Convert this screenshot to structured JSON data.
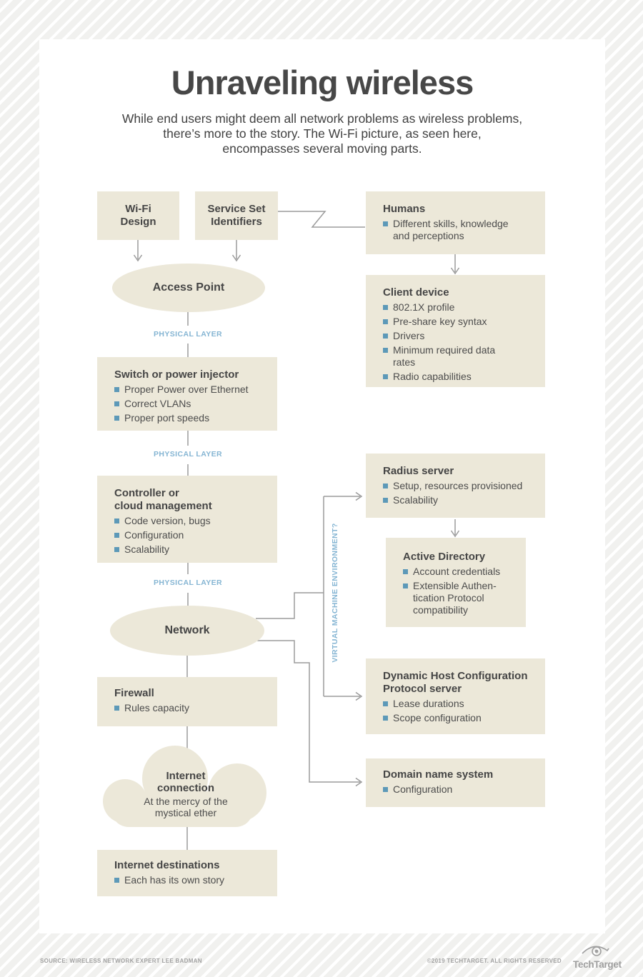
{
  "page": {
    "title": "Unraveling wireless",
    "subtitle": "While end users might deem all network problems as wireless problems,\nthere’s more to the story. The Wi-Fi picture, as seen here,\nencompasses several moving parts."
  },
  "labels": {
    "physical_layer": "PHYSICAL LAYER",
    "vm_env": "VIRTUAL MACHINE ENVIRONMENT?"
  },
  "nodes": {
    "wifi_design": {
      "title": "Wi-Fi\nDesign"
    },
    "ssid": {
      "title": "Service Set\nIdentifiers"
    },
    "access_point": {
      "title": "Access Point"
    },
    "humans": {
      "title": "Humans",
      "bullets": [
        "Different skills, knowledge\nand perceptions"
      ]
    },
    "client_device": {
      "title": "Client device",
      "bullets": [
        "802.1X profile",
        "Pre-share key syntax",
        "Drivers",
        "Minimum required data\nrates",
        "Radio capabilities"
      ]
    },
    "switch": {
      "title": "Switch or power injector",
      "bullets": [
        "Proper Power over Ethernet",
        "Correct VLANs",
        "Proper port speeds"
      ]
    },
    "controller": {
      "title": "Controller or\ncloud management",
      "bullets": [
        "Code version, bugs",
        "Configuration",
        "Scalability"
      ]
    },
    "radius": {
      "title": "Radius server",
      "bullets": [
        "Setup, resources provisioned",
        "Scalability"
      ]
    },
    "active_directory": {
      "title": "Active Directory",
      "bullets": [
        "Account credentials",
        "Extensible Authen-\ntication Protocol\ncompatibility"
      ]
    },
    "network": {
      "title": "Network"
    },
    "firewall": {
      "title": "Firewall",
      "bullets": [
        "Rules capacity"
      ]
    },
    "dhcp": {
      "title": "Dynamic Host Configuration\nProtocol server",
      "bullets": [
        "Lease durations",
        "Scope configuration"
      ]
    },
    "dns": {
      "title": "Domain name system",
      "bullets": [
        "Configuration"
      ]
    },
    "internet_connection": {
      "title": "Internet\nconnection",
      "subtitle": "At the mercy of the\nmystical ether"
    },
    "internet_destinations": {
      "title": "Internet destinations",
      "bullets": [
        "Each has its own story"
      ]
    }
  },
  "footer": {
    "source": "SOURCE: WIRELESS NETWORK EXPERT LEE BADMAN",
    "copyright": "©2019 TECHTARGET. ALL RIGHTS RESERVED",
    "brand": "TechTarget"
  },
  "colors": {
    "box_fill": "#ece8d9",
    "accent_blue": "#5d99b8",
    "label_blue": "#85b5d3",
    "line_gray": "#9b9b9b",
    "text_dark": "#474747"
  }
}
